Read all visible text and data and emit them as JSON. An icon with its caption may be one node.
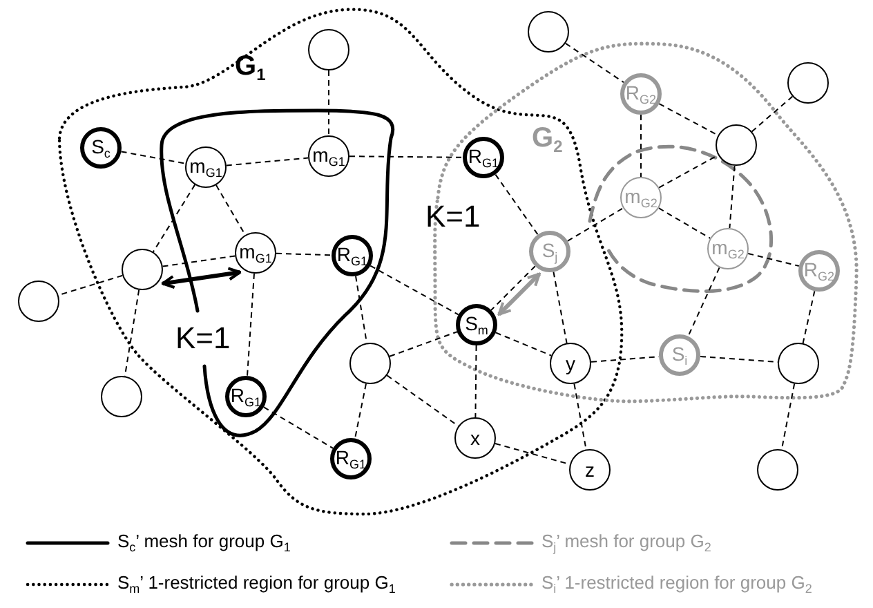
{
  "diagram": {
    "nodes": [
      {
        "text": [],
        "shape": "circle"
      },
      {
        "text": [
          "S$_{c}$"
        ]
      },
      {
        "text": [
          "m$_{G1}$"
        ]
      },
      {
        "text": [
          "m$_{G1}$"
        ]
      },
      {
        "text": [
          "R$_{G1}$"
        ]
      },
      {
        "text": [],
        "shape": "circle"
      },
      {
        "text": [
          "R$_{G2}$"
        ]
      },
      {
        "text": [],
        "shape": "circle"
      },
      {
        "text": [],
        "shape": "circle"
      },
      {
        "text": [
          "m$_{G2}$"
        ]
      },
      {
        "text": [
          "m$_{G1}$"
        ]
      },
      {
        "text": [
          "S$_{j}$"
        ]
      },
      {
        "text": [],
        "shape": "circle"
      },
      {
        "text": [
          "R$_{G1}$"
        ]
      },
      {
        "text": [
          "m$_{G2}$"
        ]
      },
      {
        "text": [
          "R$_{G2}$"
        ]
      },
      {
        "text": [],
        "shape": "circle"
      },
      {
        "text": [
          "S$_{m}$"
        ]
      },
      {
        "text": [],
        "shape": "circle"
      },
      {
        "text": [
          "y"
        ]
      },
      {
        "text": [
          "S$_{i}$"
        ]
      },
      {
        "text": [],
        "shape": "circle"
      },
      {
        "text": [],
        "shape": "circle"
      },
      {
        "text": [
          "R$_{G1}$"
        ]
      },
      {
        "text": [
          "R$_{G1}$"
        ]
      },
      {
        "text": [
          "x"
        ]
      },
      {
        "text": [
          "z"
        ]
      },
      {
        "text": [],
        "shape": "circle"
      }
    ],
    "edges": [
      {
        "from": 0,
        "to": 3,
        "arrow": "none",
        "style": "dashed"
      },
      {
        "from": 1,
        "to": 2,
        "arrow": "none",
        "style": "dashed"
      },
      {
        "from": 2,
        "to": 3,
        "arrow": "none",
        "style": "dashed"
      },
      {
        "from": 3,
        "to": 4,
        "arrow": "none",
        "style": "dashed"
      },
      {
        "from": 2,
        "to": 10,
        "arrow": "none",
        "style": "dashed"
      },
      {
        "from": 2,
        "to": 12,
        "arrow": "none",
        "style": "dashed"
      },
      {
        "from": 10,
        "to": 12,
        "arrow": "none",
        "style": "dashed"
      },
      {
        "from": 10,
        "to": 13,
        "arrow": "none",
        "style": "dashed"
      },
      {
        "from": 12,
        "to": 16,
        "arrow": "none",
        "style": "dashed"
      },
      {
        "from": 12,
        "to": 22,
        "arrow": "none",
        "style": "dashed"
      },
      {
        "from": 10,
        "to": 23,
        "arrow": "none",
        "style": "dashed"
      },
      {
        "from": 13,
        "to": 18,
        "arrow": "none",
        "style": "dashed"
      },
      {
        "from": 13,
        "to": 17,
        "arrow": "none",
        "style": "dashed"
      },
      {
        "from": 18,
        "to": 17,
        "arrow": "none",
        "style": "dashed"
      },
      {
        "from": 23,
        "to": 24,
        "arrow": "none",
        "style": "dashed"
      },
      {
        "from": 18,
        "to": 24,
        "arrow": "none",
        "style": "dashed"
      },
      {
        "from": 18,
        "to": 25,
        "arrow": "none",
        "style": "dashed"
      },
      {
        "from": 4,
        "to": 11,
        "arrow": "none",
        "style": "dashed"
      },
      {
        "from": 5,
        "to": 6,
        "arrow": "none",
        "style": "dashed"
      },
      {
        "from": 6,
        "to": 9,
        "arrow": "none",
        "style": "dashed"
      },
      {
        "from": 6,
        "to": 8,
        "arrow": "none",
        "style": "dashed"
      },
      {
        "from": 8,
        "to": 7,
        "arrow": "none",
        "style": "dashed"
      },
      {
        "from": 9,
        "to": 8,
        "arrow": "none",
        "style": "dashed"
      },
      {
        "from": 11,
        "to": 9,
        "arrow": "none",
        "style": "dashed"
      },
      {
        "from": 9,
        "to": 14,
        "arrow": "none",
        "style": "dashed"
      },
      {
        "from": 8,
        "to": 14,
        "arrow": "none",
        "style": "dashed"
      },
      {
        "from": 14,
        "to": 15,
        "arrow": "none",
        "style": "dashed"
      },
      {
        "from": 11,
        "to": 17,
        "arrow": "none",
        "style": "dashed"
      },
      {
        "from": 11,
        "to": 19,
        "arrow": "none",
        "style": "dashed"
      },
      {
        "from": 17,
        "to": 19,
        "arrow": "none",
        "style": "dashed"
      },
      {
        "from": 17,
        "to": 25,
        "arrow": "none",
        "style": "dashed"
      },
      {
        "from": 25,
        "to": 26,
        "arrow": "none",
        "style": "dashed"
      },
      {
        "from": 19,
        "to": 26,
        "arrow": "none",
        "style": "dashed"
      },
      {
        "from": 19,
        "to": 20,
        "arrow": "none",
        "style": "dashed"
      },
      {
        "from": 14,
        "to": 20,
        "arrow": "none",
        "style": "dashed"
      },
      {
        "from": 20,
        "to": 21,
        "arrow": "none",
        "style": "dashed"
      },
      {
        "from": 15,
        "to": 21,
        "arrow": "none",
        "style": "dashed"
      },
      {
        "from": 21,
        "to": 27,
        "arrow": "none",
        "style": "dashed"
      },
      {
        "from": 12,
        "to": 10,
        "arrow": "both",
        "style": "thick"
      },
      {
        "from": 17,
        "to": 11,
        "arrow": "both",
        "style": "thick",
        "color": "#999999"
      }
    ],
    "labels": [
      "G$_{1}$",
      "G$_{2}$",
      "K=1",
      "K=1"
    ],
    "legend": [
      {
        "text": "S$_{c}$’ mesh for group G$_{1}$"
      },
      {
        "text": "S$_{j}$’ mesh for group G$_{2}$"
      },
      {
        "text": "S$_{m}$’ 1-restricted region for group G$_{1}$"
      },
      {
        "text": "S$_{i}$’ 1-restricted region for group G$_{2}$"
      }
    ]
  }
}
